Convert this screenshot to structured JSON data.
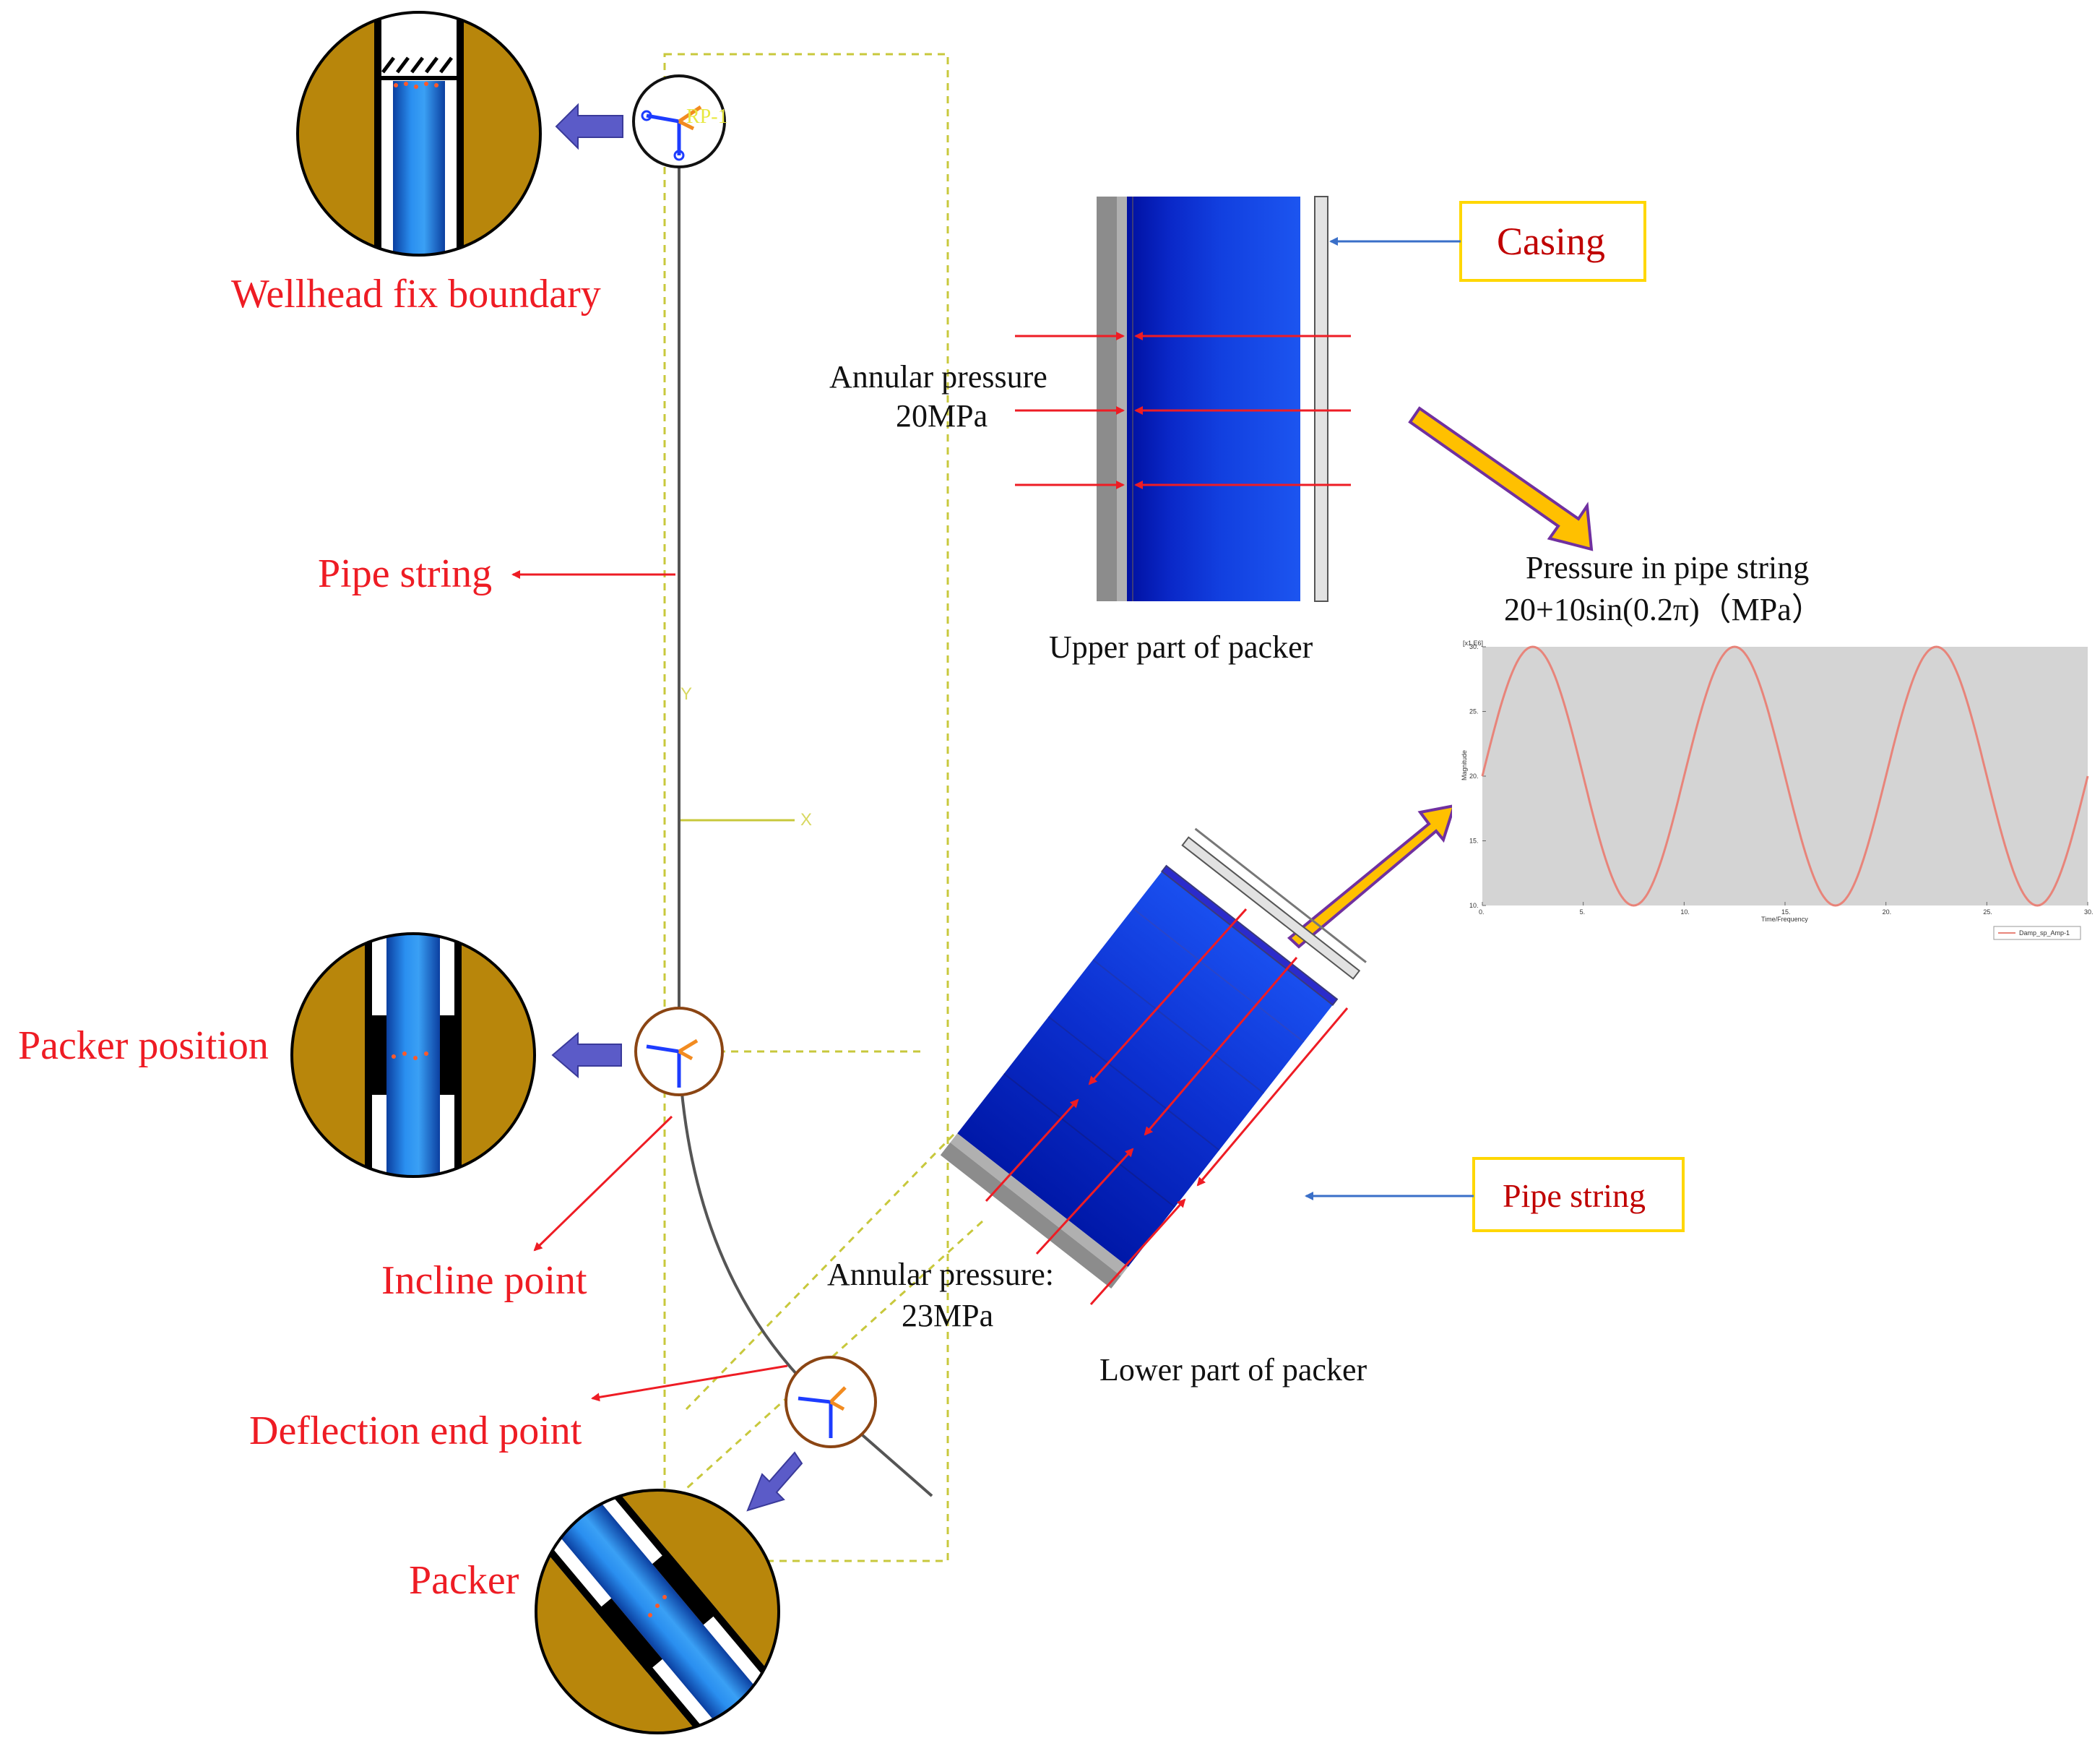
{
  "labels": {
    "wellhead_fix": "Wellhead fix boundary",
    "pipe_string_left": "Pipe string",
    "packer_position": "Packer position",
    "incline_point": "Incline point",
    "deflection_end_point": "Deflection end point",
    "packer": "Packer",
    "casing": "Casing",
    "pipe_string_box": "Pipe string",
    "annular_upper_line1": "Annular pressure",
    "annular_upper_line2": "20MPa",
    "annular_lower_line1": "Annular pressure:",
    "annular_lower_line2": "23MPa",
    "upper_part": "Upper part of packer",
    "lower_part": "Lower part of packer",
    "pressure_title_line1": "Pressure in pipe string",
    "pressure_title_line2": "20+10sin(0.2π)（MPa）",
    "rp_label": "RP-1",
    "axis_y": "Y",
    "axis_x": "X"
  },
  "colors": {
    "label_red": "#ee1c24",
    "box_border": "#ffd700",
    "arrow_fill": "#ffc000",
    "arrow_stroke": "#7030a0",
    "left_arrow": "#5b5bc8",
    "formation": "#b8860b",
    "pipe_blue": "#1f6fd6",
    "packer_blue": "#0a2fd8",
    "plot_bg": "#d4d4d4",
    "curve": "#e8847a",
    "guide_line": "#c8c83c"
  },
  "chart_data": {
    "type": "line",
    "title_lines": [
      "Pressure in pipe string",
      "20+10sin(0.2π)（MPa）"
    ],
    "xlabel": "Time/Frequency",
    "ylabel": "Magnitude",
    "y_multiplier": "[x1.E6]",
    "legend": [
      "Damp_sp_Amp-1"
    ],
    "x_ticks": [
      "0.",
      "5.",
      "10.",
      "15.",
      "20.",
      "25.",
      "30."
    ],
    "y_ticks": [
      "10.",
      "15.",
      "20.",
      "25.",
      "30."
    ],
    "xlim": [
      0,
      30
    ],
    "ylim": [
      10,
      30
    ],
    "series": [
      {
        "name": "Damp_sp_Amp-1",
        "x": [
          0,
          1,
          2,
          3,
          4,
          5,
          6,
          7,
          8,
          9,
          10,
          11,
          12,
          13,
          14,
          15,
          16,
          17,
          18,
          19,
          20,
          21,
          22,
          23,
          24,
          25,
          26,
          27,
          28,
          29,
          30
        ],
        "y": [
          20,
          25.9,
          29.5,
          29.5,
          25.9,
          20,
          14.1,
          10.5,
          10.5,
          14.1,
          20,
          25.9,
          29.5,
          29.5,
          25.9,
          20,
          14.1,
          10.5,
          10.5,
          14.1,
          20,
          25.9,
          29.5,
          29.5,
          25.9,
          20,
          14.1,
          10.5,
          10.5,
          14.1,
          20
        ]
      }
    ]
  }
}
